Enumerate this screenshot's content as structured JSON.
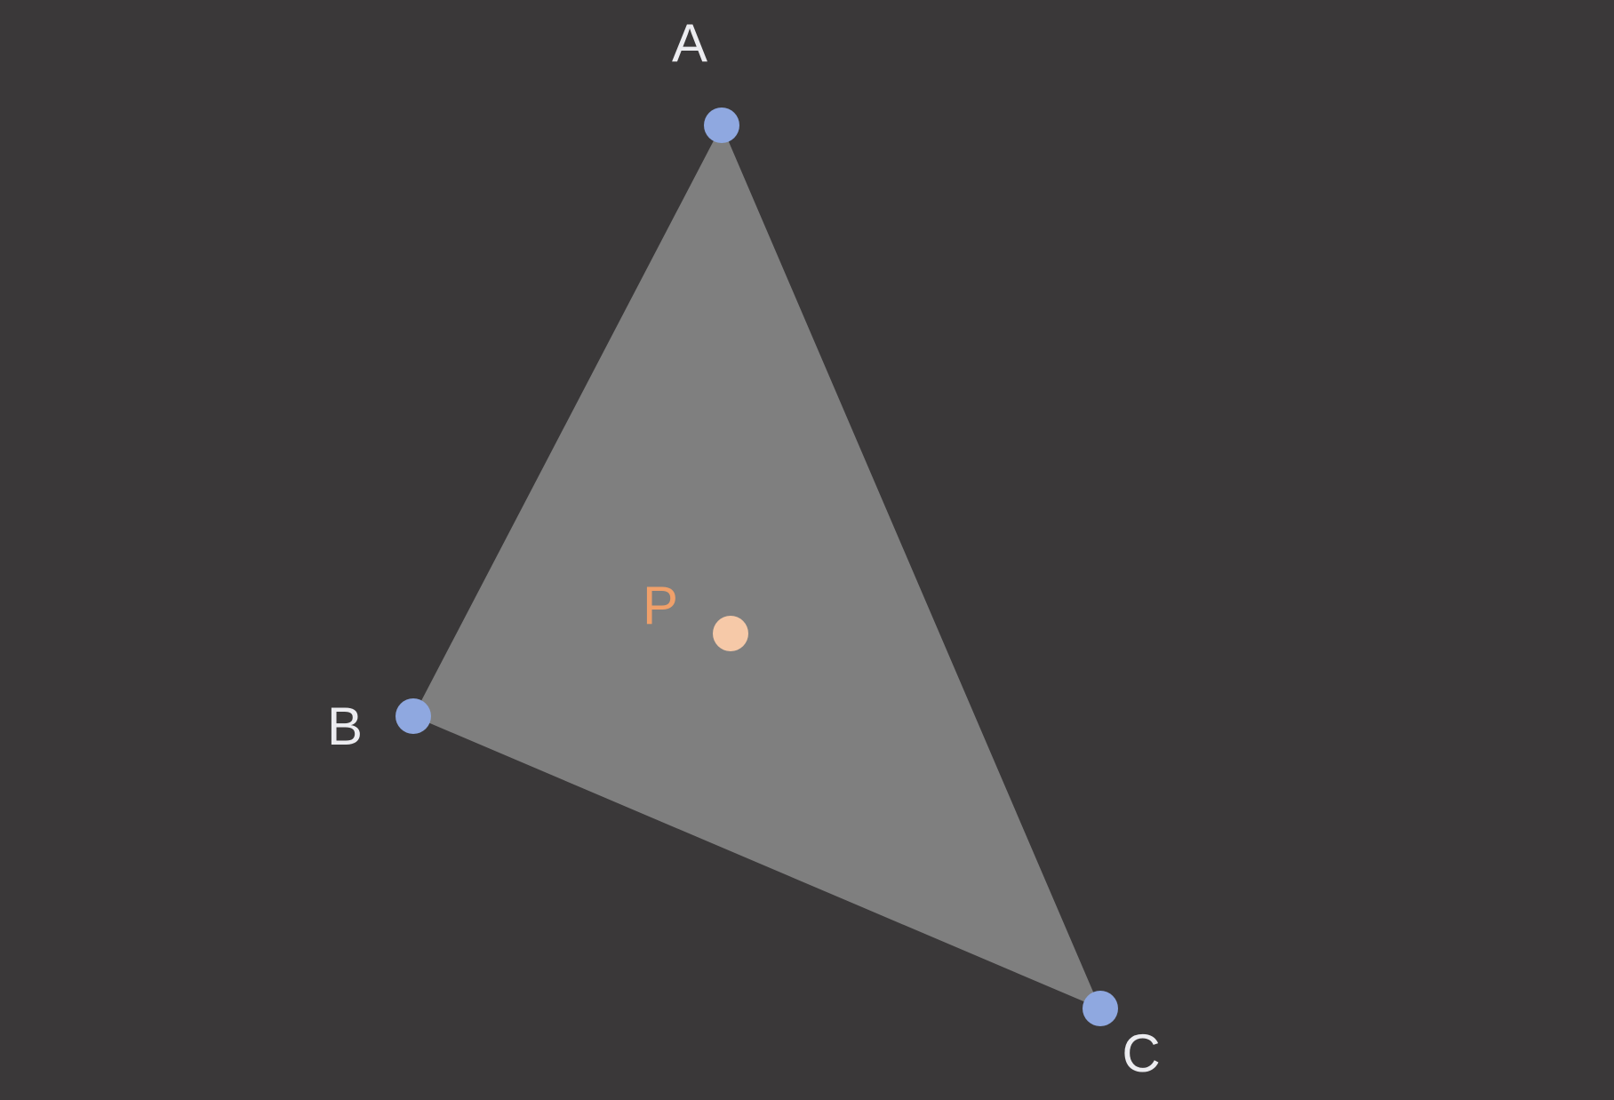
{
  "colors": {
    "background": "#3a3839",
    "triangle_fill": "#7f7f7f",
    "vertex_handle": "#8fa8e0",
    "vertex_label": "#ececf0",
    "point_handle": "#f6c9a8",
    "point_label": "#f0a06a"
  },
  "vertices": {
    "a": {
      "label": "A"
    },
    "b": {
      "label": "B"
    },
    "c": {
      "label": "C"
    }
  },
  "point": {
    "label": "P"
  }
}
